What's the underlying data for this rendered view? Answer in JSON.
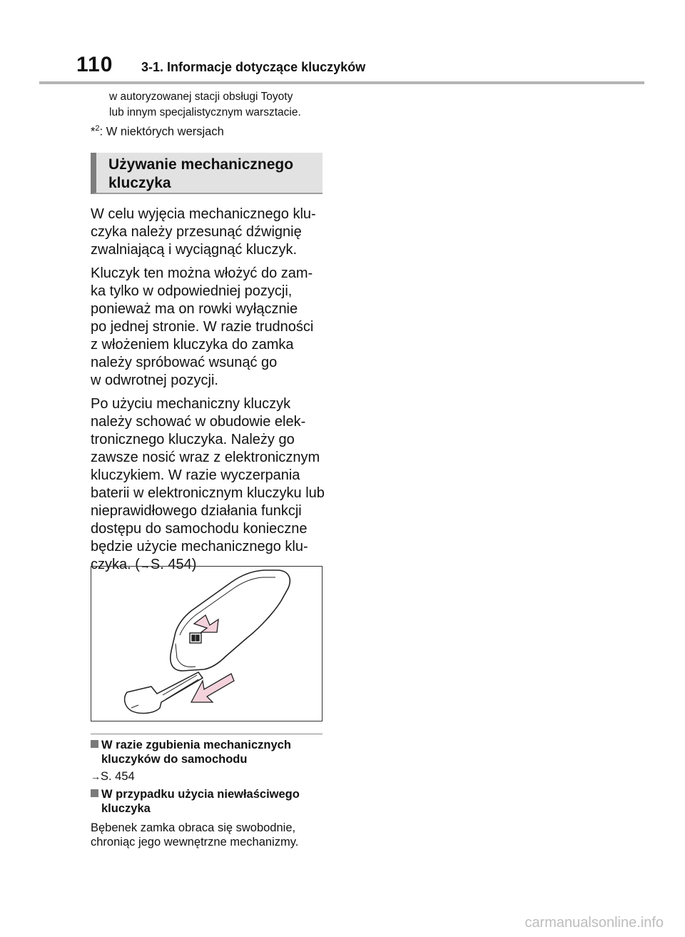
{
  "header": {
    "page_number": "110",
    "section_title": "3-1. Informacje dotyczące kluczyków"
  },
  "continuation": {
    "line1": "w autoryzowanej stacji obsługi Toyoty",
    "line2": "lub innym specjalistycznym warsztacie."
  },
  "footnote": {
    "marker": "*",
    "number": "2",
    "text": ": W niektórych wersjach"
  },
  "section": {
    "heading_line1": "Używanie mechanicznego",
    "heading_line2": "kluczyka",
    "paragraphs": [
      [
        "W celu wyjęcia mechanicznego klu-",
        "czyka należy przesunąć dźwignię",
        "zwalniającą i wyciągnąć kluczyk."
      ],
      [
        "Kluczyk ten można włożyć do zam-",
        "ka tylko w odpowiedniej pozycji,",
        "ponieważ ma on rowki wyłącznie",
        "po jednej stronie. W razie trudności",
        "z włożeniem kluczyka do zamka",
        "należy spróbować wsunąć go",
        "w odwrotnej pozycji."
      ],
      [
        "Po użyciu mechaniczny kluczyk",
        "należy schować w obudowie elek-",
        "tronicznego kluczyka. Należy go",
        "zawsze nosić wraz z elektronicznym",
        "kluczykiem. W razie wyczerpania",
        "baterii w elektronicznym kluczyku lub",
        "nieprawidłowego działania funkcji",
        "dostępu do samochodu konieczne",
        "będzie użycie mechanicznego klu-"
      ]
    ],
    "last_line_prefix": "czyka. (",
    "last_line_arrow": "→",
    "last_line_ref": "S. 454)"
  },
  "subsections": [
    {
      "title_line1": "W razie zgubienia mechanicznych",
      "title_line2": "kluczyków do samochodu",
      "arrow": "→",
      "ref": "S. 454"
    },
    {
      "title_line1": "W przypadku użycia niewłaściwego",
      "title_line2": "kluczyka",
      "desc_line1": "Bębenek zamka obraca się swobodnie,",
      "desc_line2": "chroniąc jego wewnętrzne mechanizmy."
    }
  ],
  "colors": {
    "heading_bg": "#e2e2e2",
    "heading_bar": "#7d7d7d",
    "arrow_pink": "#f3d2dc",
    "watermark": "#bdbdbd"
  },
  "watermark": "carmanualsonline.info"
}
